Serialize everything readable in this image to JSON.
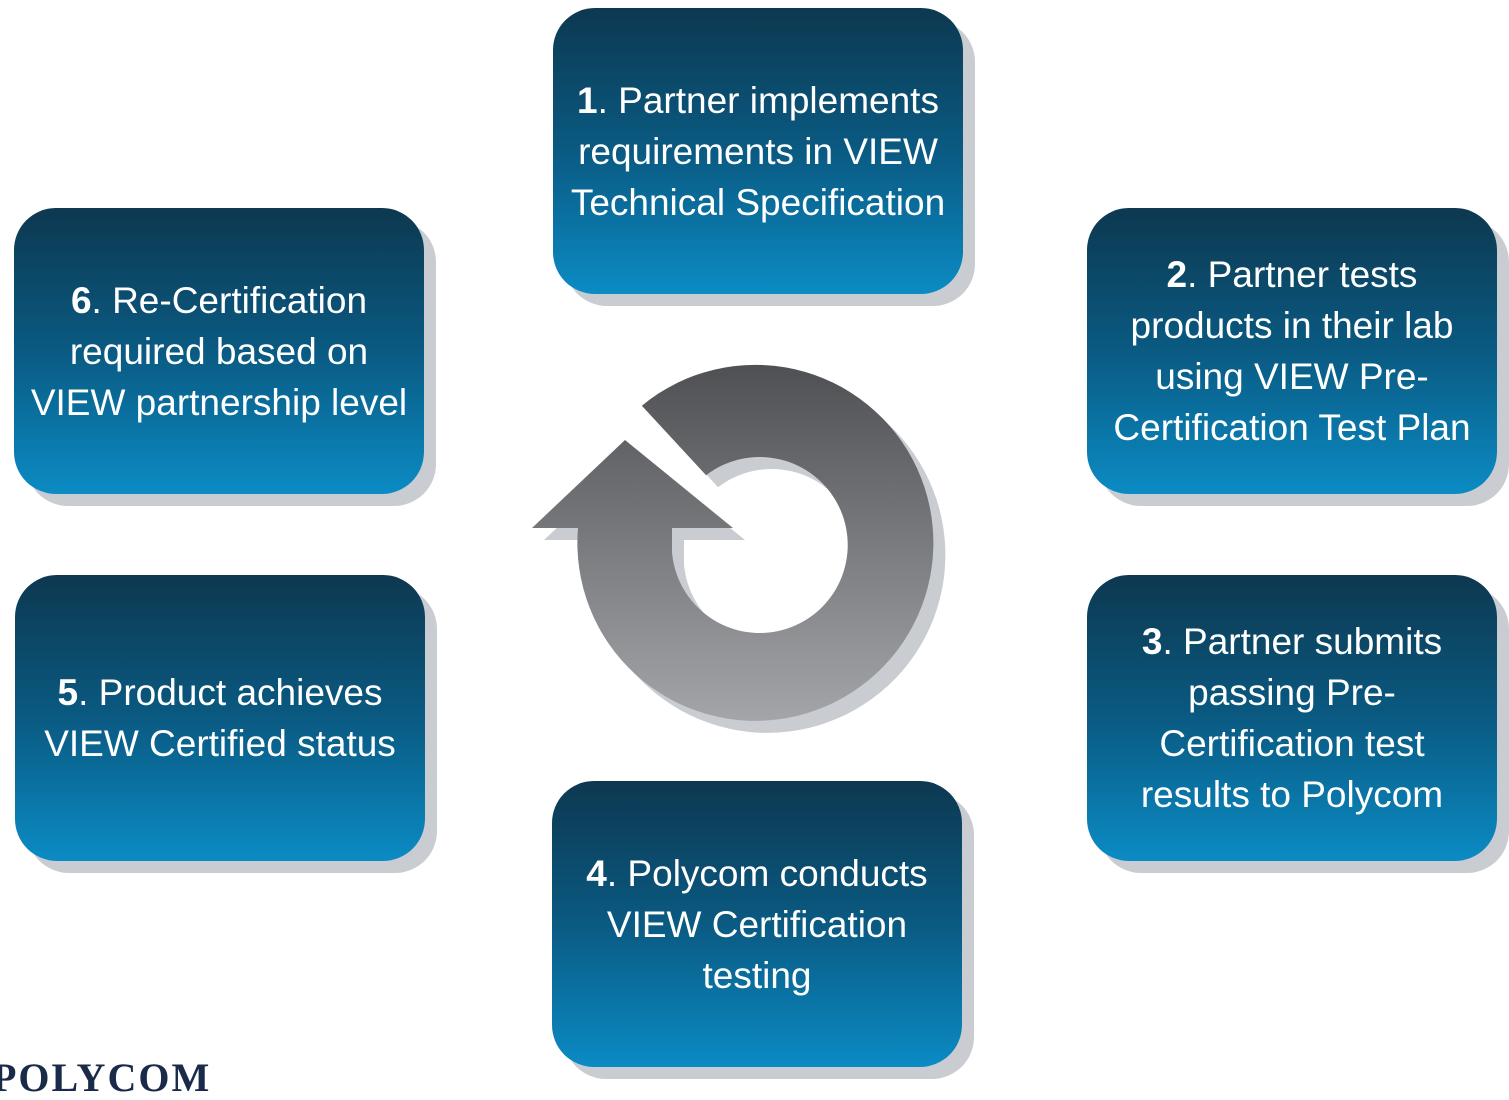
{
  "steps": [
    {
      "num": "1",
      "text": ". Partner implements requirements in VIEW Technical Specification"
    },
    {
      "num": "2",
      "text": ". Partner tests products in their lab using VIEW Pre-Certification Test Plan"
    },
    {
      "num": "3",
      "text": ". Partner submits passing Pre-Certification test results to Polycom"
    },
    {
      "num": "4",
      "text": ". Polycom conducts VIEW Certification testing"
    },
    {
      "num": "5",
      "text": ". Product achieves VIEW Certified status"
    },
    {
      "num": "6",
      "text": ". Re-Certification required based on VIEW partnership level"
    }
  ],
  "logo": {
    "text": "POLYCOM"
  },
  "colors": {
    "box_top": "#0d3850",
    "box_bottom": "#0b8bc4",
    "arrow_top": "#4f5053",
    "arrow_bottom": "#a3a5a9",
    "shadow": "#c9ccd1"
  },
  "icons": {
    "center": "cycle-arrow-icon"
  }
}
